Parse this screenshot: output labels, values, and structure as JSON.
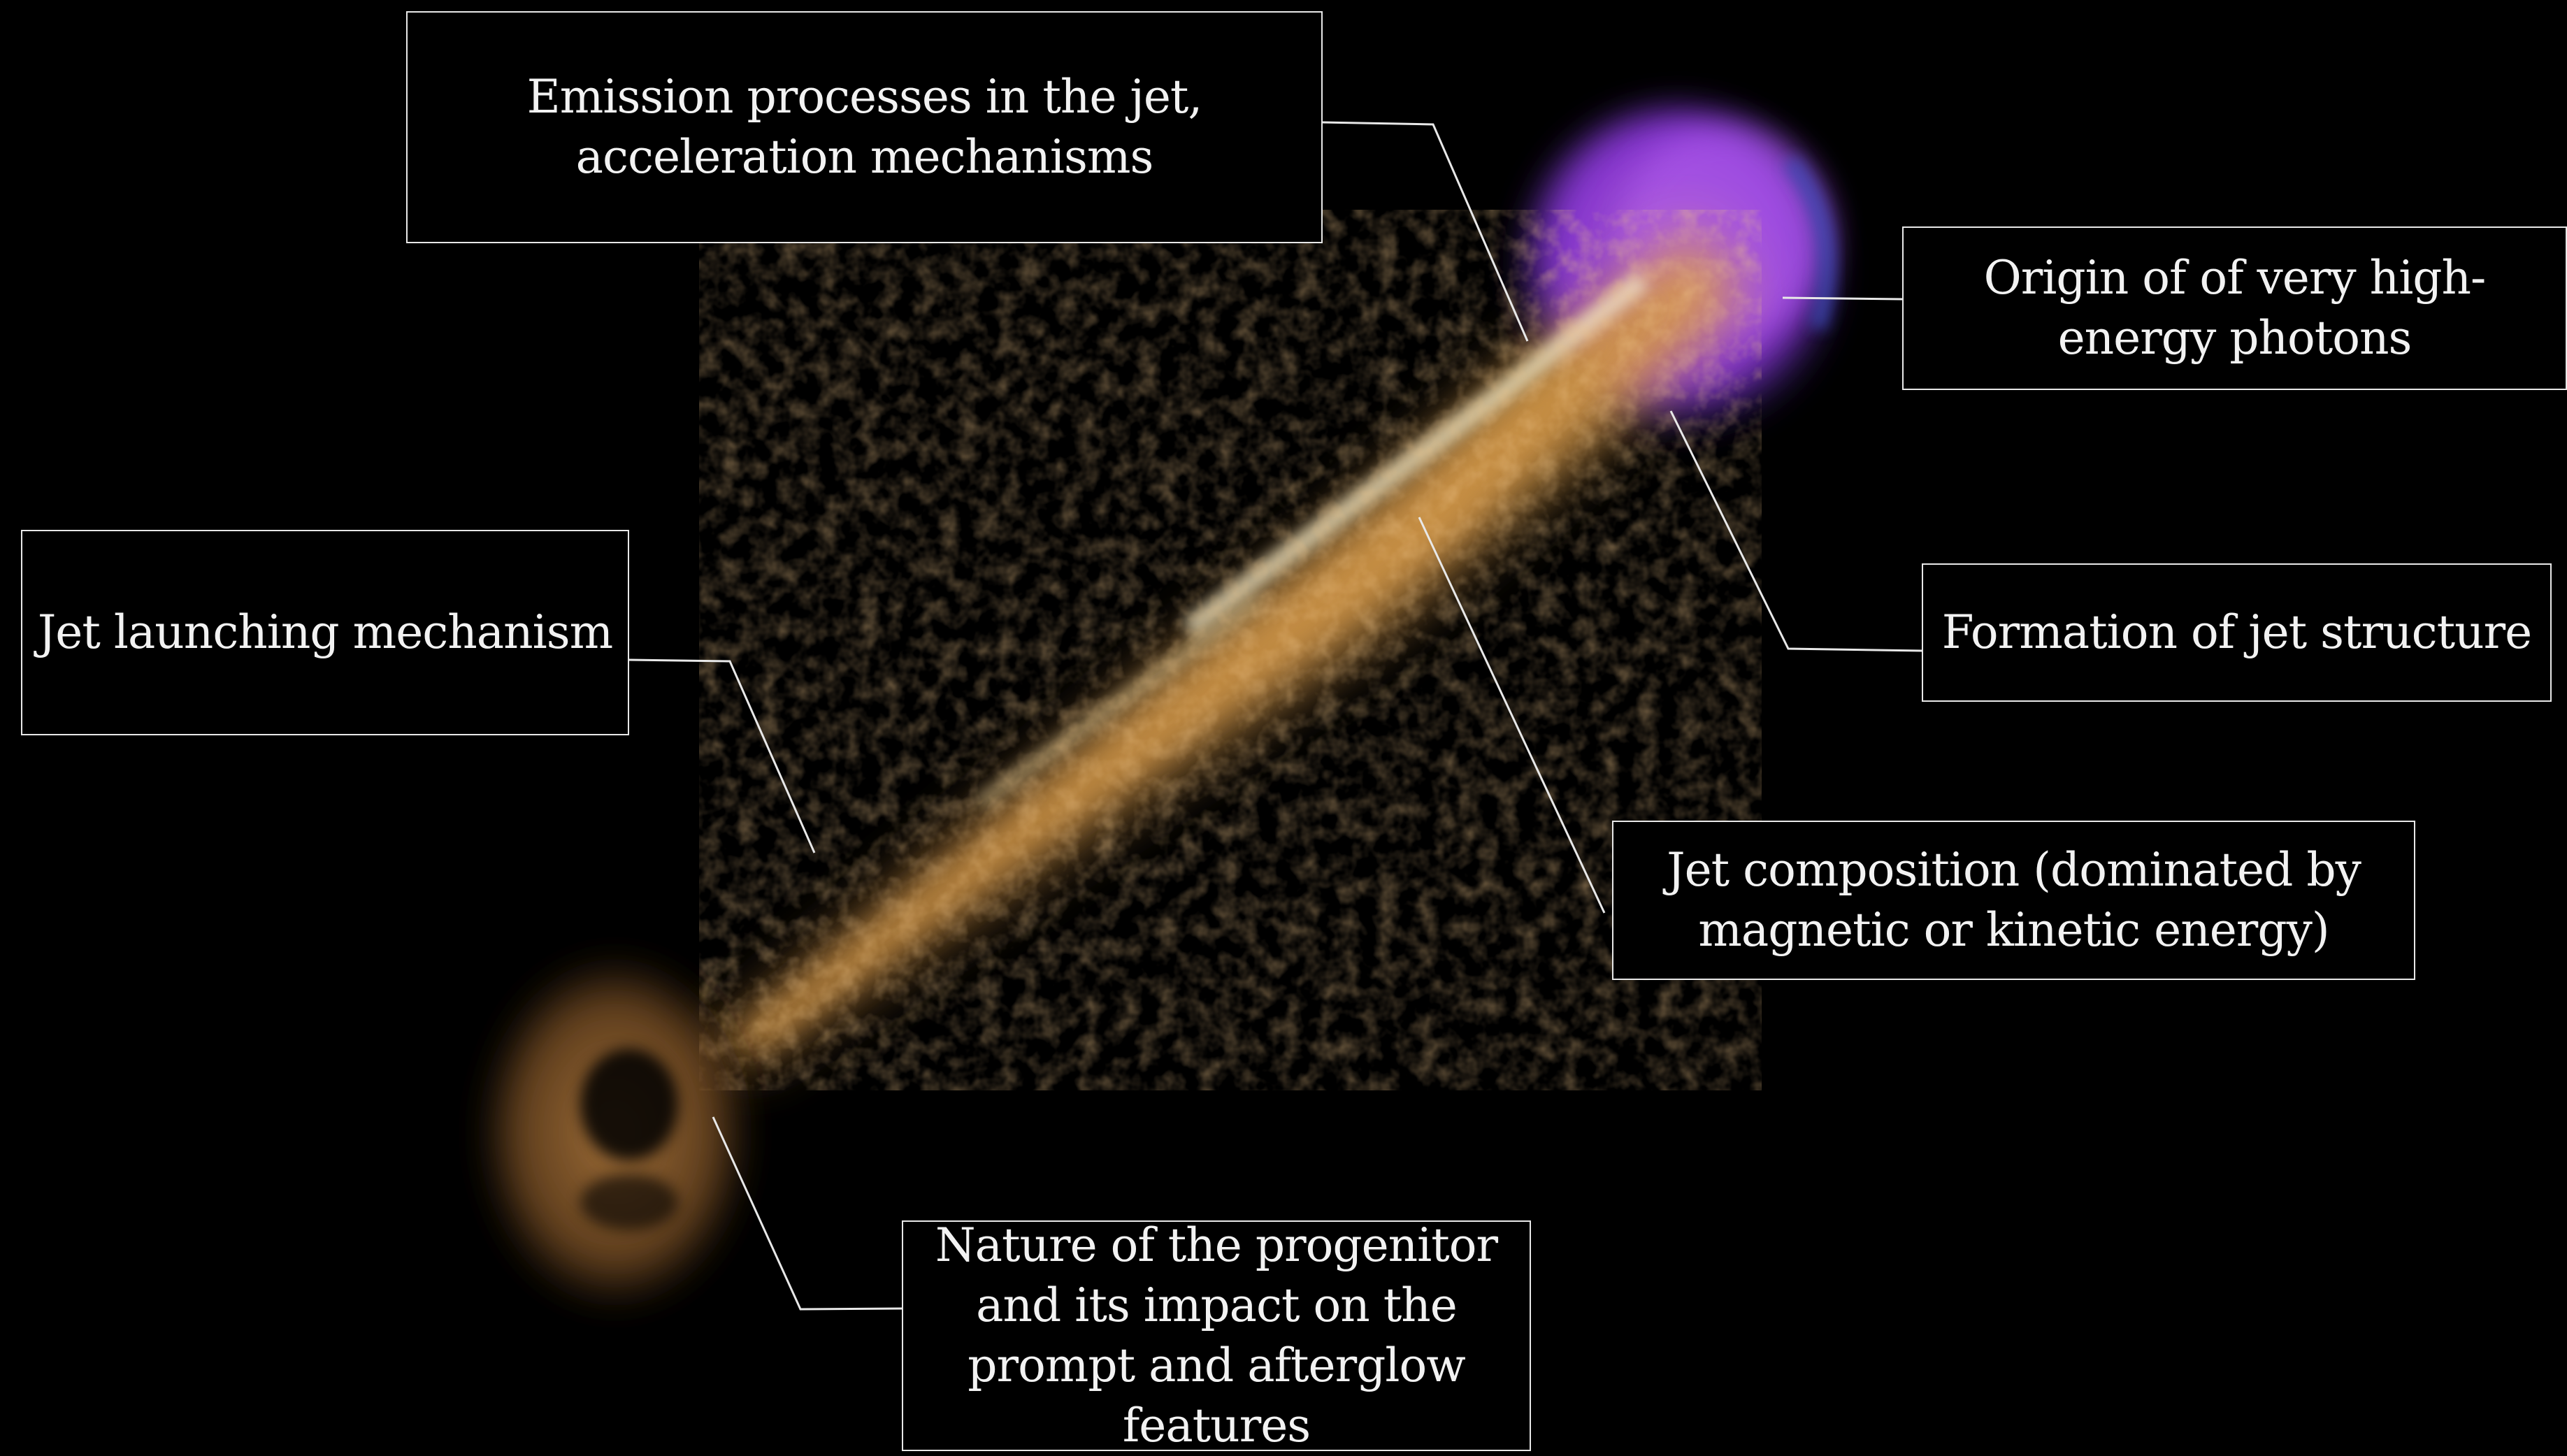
{
  "labels": {
    "emission": "Emission processes in the jet, acceleration mechanisms",
    "origin": "Origin of of very high-energy photons",
    "launch": "Jet launching mechanism",
    "structure": "Formation of jet structure",
    "composition": "Jet composition (dominated by magnetic or kinetic energy)",
    "nature": "Nature of the progenitor and its impact on the prompt and afterglow features"
  },
  "colors": {
    "background": "#000000",
    "jet": "#c98d3e",
    "jet_core": "#f4e9c4",
    "lobe": "#9d3df0",
    "leader_line": "#e8e8e8"
  }
}
